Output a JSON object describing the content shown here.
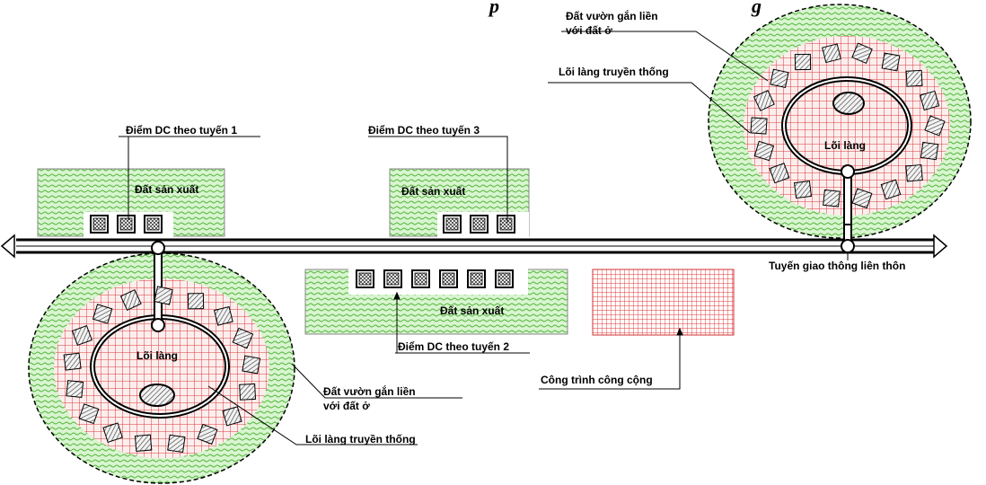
{
  "title_fragment": "p",
  "title_tail": "g",
  "labels": {
    "dat_vuon_top": [
      "Đất vườn gắn liền",
      "với đất ở"
    ],
    "loi_lang_truyen_thong_top": "Lõi làng truyền thống",
    "loi_lang_top": "Lõi làng",
    "diem_dc_1": "Điểm DC theo tuyến 1",
    "diem_dc_3": "Điểm DC theo tuyến 3",
    "dat_san_xuat_left": "Đất sản xuất",
    "dat_san_xuat_mid": "Đất sản xuất",
    "dat_san_xuat_bottom": "Đất sản xuất",
    "tuyen_giao_thong": "Tuyến giao thông liên thôn",
    "diem_dc_2": "Điểm DC theo tuyến 2",
    "loi_lang_bottom": "Lõi làng",
    "dat_vuon_bottom": [
      "Đất vườn gắn liền",
      "với đất ở"
    ],
    "cong_trinh": "Công trình công cộng",
    "loi_lang_truyen_thong_bottom": "Lõi làng truyền thống"
  },
  "colors": {
    "green_fill": "#d8f5d0",
    "green_hatch": "#5bbf3c",
    "red_grid": "#e04848",
    "pink_fill": "#fde6e6",
    "line": "#000000",
    "house_hatch": "#555555"
  }
}
